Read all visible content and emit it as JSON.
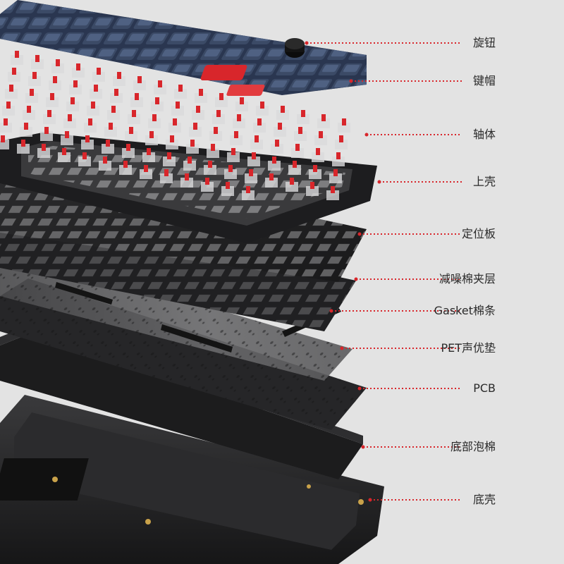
{
  "diagram": {
    "accent_color": "#d8262b",
    "background_color": "#e3e3e3",
    "layers": [
      {
        "id": "knob",
        "label": "旋钮"
      },
      {
        "id": "keycaps",
        "label": "键帽"
      },
      {
        "id": "switches",
        "label": "轴体"
      },
      {
        "id": "top-case",
        "label": "上壳"
      },
      {
        "id": "plate",
        "label": "定位板"
      },
      {
        "id": "foam-sandwich",
        "label": "减噪棉夹层"
      },
      {
        "id": "gasket-strip",
        "label": "Gasket棉条"
      },
      {
        "id": "pet-pad",
        "label": "PET声优垫"
      },
      {
        "id": "pcb",
        "label": "PCB"
      },
      {
        "id": "bottom-foam",
        "label": "底部泡棉"
      },
      {
        "id": "bottom-case",
        "label": "底壳"
      }
    ]
  }
}
